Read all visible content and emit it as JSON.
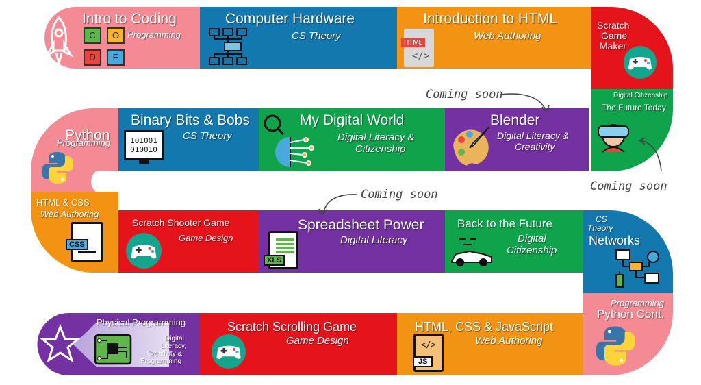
{
  "board": {
    "row1": [
      {
        "title": "Intro to Coding",
        "subtitle": "Programming",
        "color": "#f48a94",
        "icon": "rocket-icon",
        "letters": [
          "C",
          "O",
          "D",
          "E"
        ]
      },
      {
        "title": "Computer Hardware",
        "subtitle": "CS Theory",
        "color": "#1278ad",
        "icon": "network-tree-icon"
      },
      {
        "title": "Introduction to HTML",
        "subtitle": "Web Authoring",
        "color": "#f39314",
        "icon": "html-file-icon",
        "badge": "HTML"
      },
      {
        "title_lines": [
          "Scratch",
          "Game",
          "Maker"
        ],
        "color": "#e5141b",
        "icon": "gamepad-icon"
      }
    ],
    "right_top": {
      "subtitle": "Digital Citizenship",
      "title": "The Future Today",
      "color": "#0fa34c",
      "icon": "vr-headset-icon"
    },
    "row2": [
      {
        "title": "Blender",
        "subtitle_lines": [
          "Digital Literacy &",
          "Creativity"
        ],
        "color": "#7331a2",
        "icon": "paint-brush-icon"
      },
      {
        "title": "My Digital World",
        "subtitle_lines": [
          "Digital Literacy &",
          "Citizenship"
        ],
        "color": "#0fa34c",
        "icon": "digital-brain-icon"
      },
      {
        "title": "Binary Bits & Bobs",
        "subtitle": "CS Theory",
        "color": "#1278ad",
        "icon": "binary-monitor-icon",
        "binary": [
          "101001",
          "010010"
        ]
      }
    ],
    "left_mid": {
      "title": "Python",
      "subtitle": "Programming",
      "color": "#f48a94",
      "icon": "python-logo-icon"
    },
    "left_lower": {
      "title": "HTML & CSS",
      "subtitle": "Web Authoring",
      "color": "#f39314",
      "icon": "css-file-icon",
      "badge": "CSS"
    },
    "row3": [
      {
        "title": "Scratch Shooter Game",
        "subtitle": "Game Design",
        "color": "#e5141b",
        "icon": "gamepad-icon"
      },
      {
        "title": "Spreadsheet Power",
        "subtitle": "Digital Literacy",
        "color": "#7331a2",
        "icon": "spreadsheet-icon",
        "badge": "XLS"
      },
      {
        "title": "Back to the Future",
        "subtitle_lines": [
          "Digital",
          "Citizenship"
        ],
        "color": "#0fa34c",
        "icon": "delorean-car-icon"
      },
      {
        "subtitle_lines": [
          "CS",
          "Theory"
        ],
        "title": "Networks",
        "color": "#1278ad",
        "icon": "network-devices-icon"
      }
    ],
    "right_bottom": {
      "subtitle": "Programming",
      "title": "Python Cont.",
      "color": "#f48a94",
      "icon": "python-logo-icon"
    },
    "row4": [
      {
        "title": "Physical Programming",
        "subtitle_lines": [
          "Digital",
          "Literacy,",
          "Creativity &",
          "Programming"
        ],
        "color": "#7331a2",
        "icon": "circuit-board-icon",
        "extra_icon": "star-icon"
      },
      {
        "title": "Scratch Scrolling Game",
        "subtitle": "Game Design",
        "color": "#e5141b",
        "icon": "gamepad-icon"
      },
      {
        "title": "HTML, CSS & JavaScript",
        "subtitle": "Web Authoring",
        "color": "#f39314",
        "icon": "js-file-icon",
        "badge": "JS"
      }
    ]
  },
  "annotations": [
    "Coming soon",
    "Coming soon",
    "Coming soon"
  ]
}
